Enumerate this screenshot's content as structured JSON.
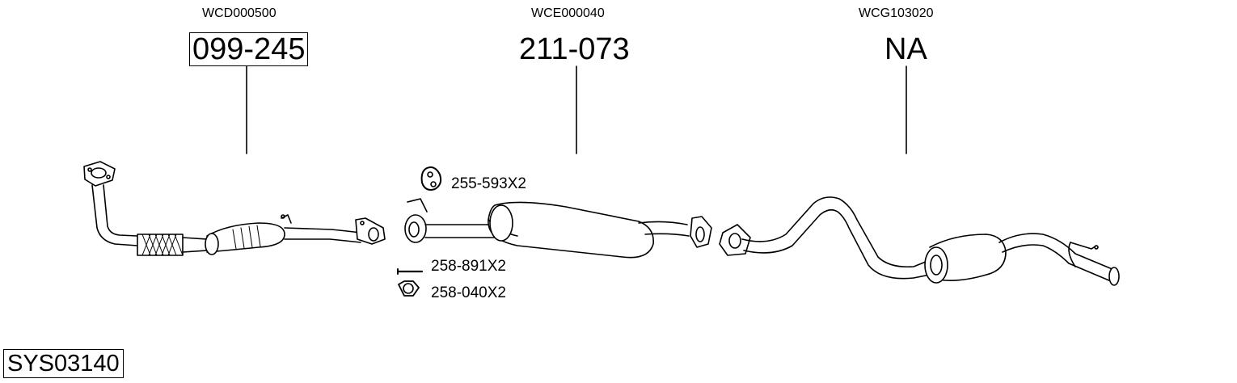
{
  "sections": [
    {
      "code": "WCD000500",
      "part": "099-245",
      "boxed": true
    },
    {
      "code": "WCE000040",
      "part": "211-073",
      "boxed": false
    },
    {
      "code": "WCG103020",
      "part": "NA",
      "boxed": false
    }
  ],
  "accessories": [
    {
      "label": "255-593X2",
      "icon": "rubber-hanger-icon"
    },
    {
      "label": "258-891X2",
      "icon": "bolt-icon"
    },
    {
      "label": "258-040X2",
      "icon": "hex-nut-icon"
    }
  ],
  "system_code": "SYS03140"
}
